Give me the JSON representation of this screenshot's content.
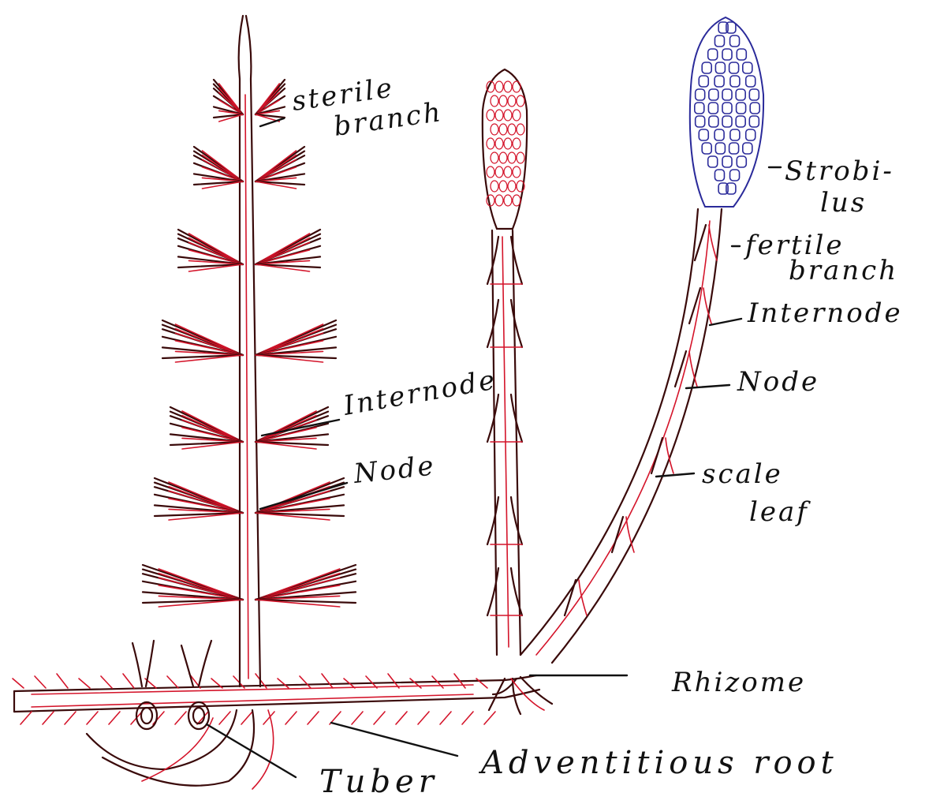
{
  "labels": {
    "sterile_branch_left_1": "sterile",
    "sterile_branch_left_2": "branch",
    "internode_left": "Internode",
    "node_left": "Node",
    "strobilus_1": "Strobi-",
    "strobilus_2": "lus",
    "fertile_branch_1": "fertile",
    "fertile_branch_2": "branch",
    "internode_right": "Internode",
    "node_right": "Node",
    "scale_leaf_1": "scale",
    "scale_leaf_2": "leaf",
    "rhizome": "Rhizome",
    "tuber": "Tuber",
    "adventitious_root": "Adventitious root"
  },
  "colors": {
    "ink": "#111111",
    "stem_outline": "#3a0a0a",
    "red_shading": "#d4142a",
    "strobilus_blue": "#2a2a9a",
    "background": "#ffffff"
  }
}
